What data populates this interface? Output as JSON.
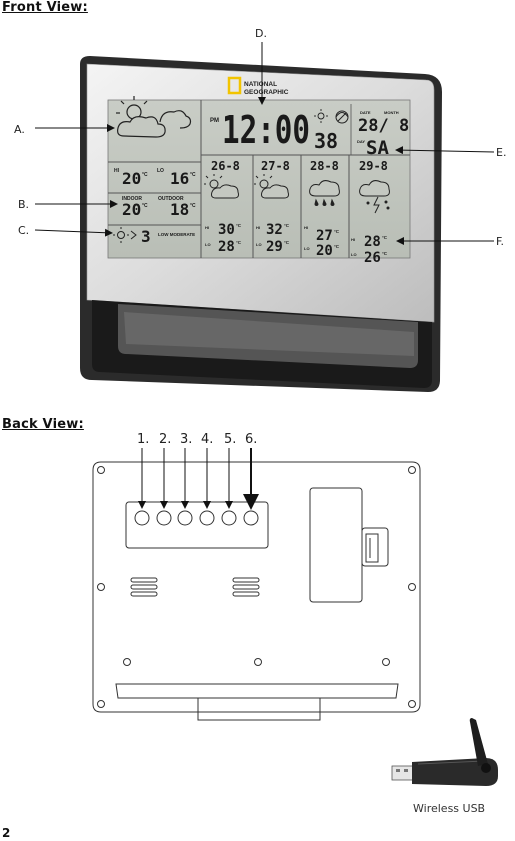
{
  "front_view": {
    "heading": "Front View:",
    "callouts": {
      "a": "A.",
      "b": "B.",
      "c": "C.",
      "d": "D.",
      "e": "E.",
      "f": "F."
    },
    "logo_line1": "NATIONAL",
    "logo_line2": "GEOGRAPHIC",
    "display": {
      "ampm": "PM",
      "time": "12:00",
      "seconds": "38",
      "date_label": "DATE",
      "month_label": "MONTH",
      "date_value": "28/ 8",
      "day_label": "DAY",
      "day_value": "SA",
      "hi_label": "HI",
      "lo_label": "LO",
      "hi_temp": "20",
      "lo_temp": "16",
      "deg": "°C",
      "indoor_label": "INDOOR",
      "outdoor_label": "OUTDOOR",
      "indoor_temp": "20",
      "outdoor_temp": "18",
      "uv_value": "3",
      "uv_label": "LOW MODERATE",
      "forecast": [
        {
          "date": "26-8",
          "hi": "30",
          "lo": "28",
          "icon": "sun-cloud-icon"
        },
        {
          "date": "27-8",
          "hi": "32",
          "lo": "29",
          "icon": "sun-cloud-icon"
        },
        {
          "date": "28-8",
          "hi": "27",
          "lo": "20",
          "icon": "rain-icon"
        },
        {
          "date": "29-8",
          "hi": "28",
          "lo": "26",
          "icon": "storm-icon"
        }
      ]
    }
  },
  "back_view": {
    "heading": "Back View:",
    "port_numbers": [
      "1.",
      "2.",
      "3.",
      "4.",
      "5.",
      "6."
    ]
  },
  "usb_caption": "Wireless USB",
  "page_number": "2"
}
